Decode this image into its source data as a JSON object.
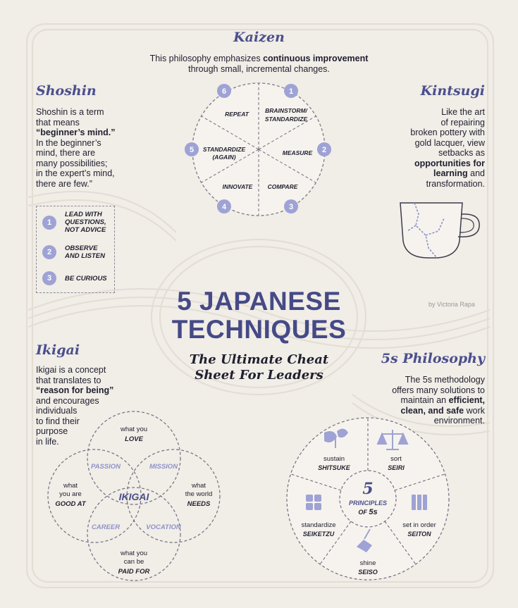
{
  "title": {
    "line1": "5 JAPANESE",
    "line2": "TECHNIQUES",
    "subtitle_line1": "The Ultimate Cheat",
    "subtitle_line2": "Sheet For Leaders"
  },
  "credit": "by Victoria Rapa",
  "kaizen": {
    "heading": "Kaizen",
    "desc_pre": "This philosophy emphasizes ",
    "desc_bold": "continuous improvement",
    "desc_post": "through small, incremental changes.",
    "steps": [
      {
        "num": "1",
        "line1": "BRAINSTORM/",
        "line2": "STANDARDIZE"
      },
      {
        "num": "2",
        "line1": "MEASURE",
        "line2": ""
      },
      {
        "num": "3",
        "line1": "COMPARE",
        "line2": ""
      },
      {
        "num": "4",
        "line1": "INNOVATE",
        "line2": ""
      },
      {
        "num": "5",
        "line1": "STANDARDIZE",
        "line2": "(AGAIN)"
      },
      {
        "num": "6",
        "line1": "REPEAT",
        "line2": ""
      }
    ]
  },
  "shoshin": {
    "heading": "Shoshin",
    "p1": "Shoshin is a term",
    "p2": "that means",
    "p3_bold": "“beginner’s mind.”",
    "p4": "In the beginner’s",
    "p5": "mind, there are",
    "p6": "many possibilities;",
    "p7": "in the expert’s mind,",
    "p8": "there are few.”",
    "items": [
      {
        "num": "1",
        "label": "LEAD WITH\nQUESTIONS,\nNOT ADVICE"
      },
      {
        "num": "2",
        "label": "OBSERVE\nAND LISTEN"
      },
      {
        "num": "3",
        "label": "BE CURIOUS"
      }
    ]
  },
  "kintsugi": {
    "heading": "Kintsugi",
    "l1": "Like the art",
    "l2": "of repairing",
    "l3": "broken pottery with",
    "l4": "gold lacquer, view",
    "l5": "setbacks as",
    "l6_bold": "opportunities for",
    "l7_bold": "learning",
    "l7_post": " and",
    "l8": "transformation."
  },
  "ikigai": {
    "heading": "Ikigai",
    "l1": "Ikigai is a concept",
    "l2": "that translates to",
    "l3_bold": "“reason for being”",
    "l4": "and encourages",
    "l5": "individuals",
    "l6": "to find their",
    "l7": "purpose",
    "l8": "in life.",
    "center": "IKIGAI",
    "overlaps": {
      "passion": "PASSION",
      "mission": "MISSION",
      "career": "CAREER",
      "vocation": "VOCATION"
    },
    "love": {
      "pre": "what you",
      "bold": "LOVE"
    },
    "good": {
      "pre1": "what",
      "pre2": "you are",
      "bold": "GOOD AT"
    },
    "needs": {
      "pre1": "what",
      "pre2": "the world",
      "bold": "NEEDS"
    },
    "paid": {
      "pre1": "what you",
      "pre2": "can be",
      "bold": "PAID FOR"
    }
  },
  "fives": {
    "heading": "5s Philosophy",
    "l1": "The 5s methodology",
    "l2": "offers many solutions to",
    "l3_pre": "maintain an ",
    "l3_bold": "efficient,",
    "l4_bold": "clean, and safe",
    "l4_post": " work",
    "l5": "environment.",
    "center_num": "5",
    "center_l1": "PRINCIPLES",
    "center_l2_pre": "OF ",
    "center_l2_bold": "5s",
    "segments": [
      {
        "en": "sustain",
        "jp": "SHITSUKE",
        "icon": "leaf-icon"
      },
      {
        "en": "sort",
        "jp": "SEIRI",
        "icon": "scale-icon"
      },
      {
        "en": "set in order",
        "jp": "SEITON",
        "icon": "binders-icon"
      },
      {
        "en": "shine",
        "jp": "SEISO",
        "icon": "broom-icon"
      },
      {
        "en": "standardize",
        "jp": "SEIKETZU",
        "icon": "grid-icon"
      }
    ]
  },
  "colors": {
    "accent": "#4a4f8c",
    "accent_light": "#9ea2d4",
    "background": "#f1ede7",
    "text": "#1f1f2e"
  }
}
